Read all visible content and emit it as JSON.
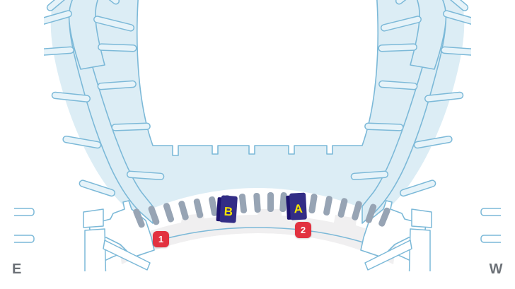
{
  "map": {
    "name": "airport-terminal-map",
    "background_color": "#ffffff",
    "water_or_land_fill": "#dcedf5",
    "outline_color": "#7cb9d8",
    "building_fill": "#ffffff",
    "apron_fill": "#f0eff0",
    "gate_stand_color": "#97a4b4"
  },
  "compass": {
    "east_label": "E",
    "west_label": "W",
    "label_color": "#6b7076"
  },
  "poi_markers": [
    {
      "id": "poi-1",
      "label": "1",
      "color": "#e23240",
      "text_color": "#ffffff"
    },
    {
      "id": "poi-2",
      "label": "2",
      "color": "#e23240",
      "text_color": "#ffffff"
    }
  ],
  "terminal_markers": [
    {
      "id": "terminal-b",
      "label": "B",
      "color": "#332d86",
      "side_color": "#1e1470",
      "text_color": "#f5e400"
    },
    {
      "id": "terminal-a",
      "label": "A",
      "color": "#332d86",
      "side_color": "#1e1470",
      "text_color": "#f5e400"
    }
  ]
}
